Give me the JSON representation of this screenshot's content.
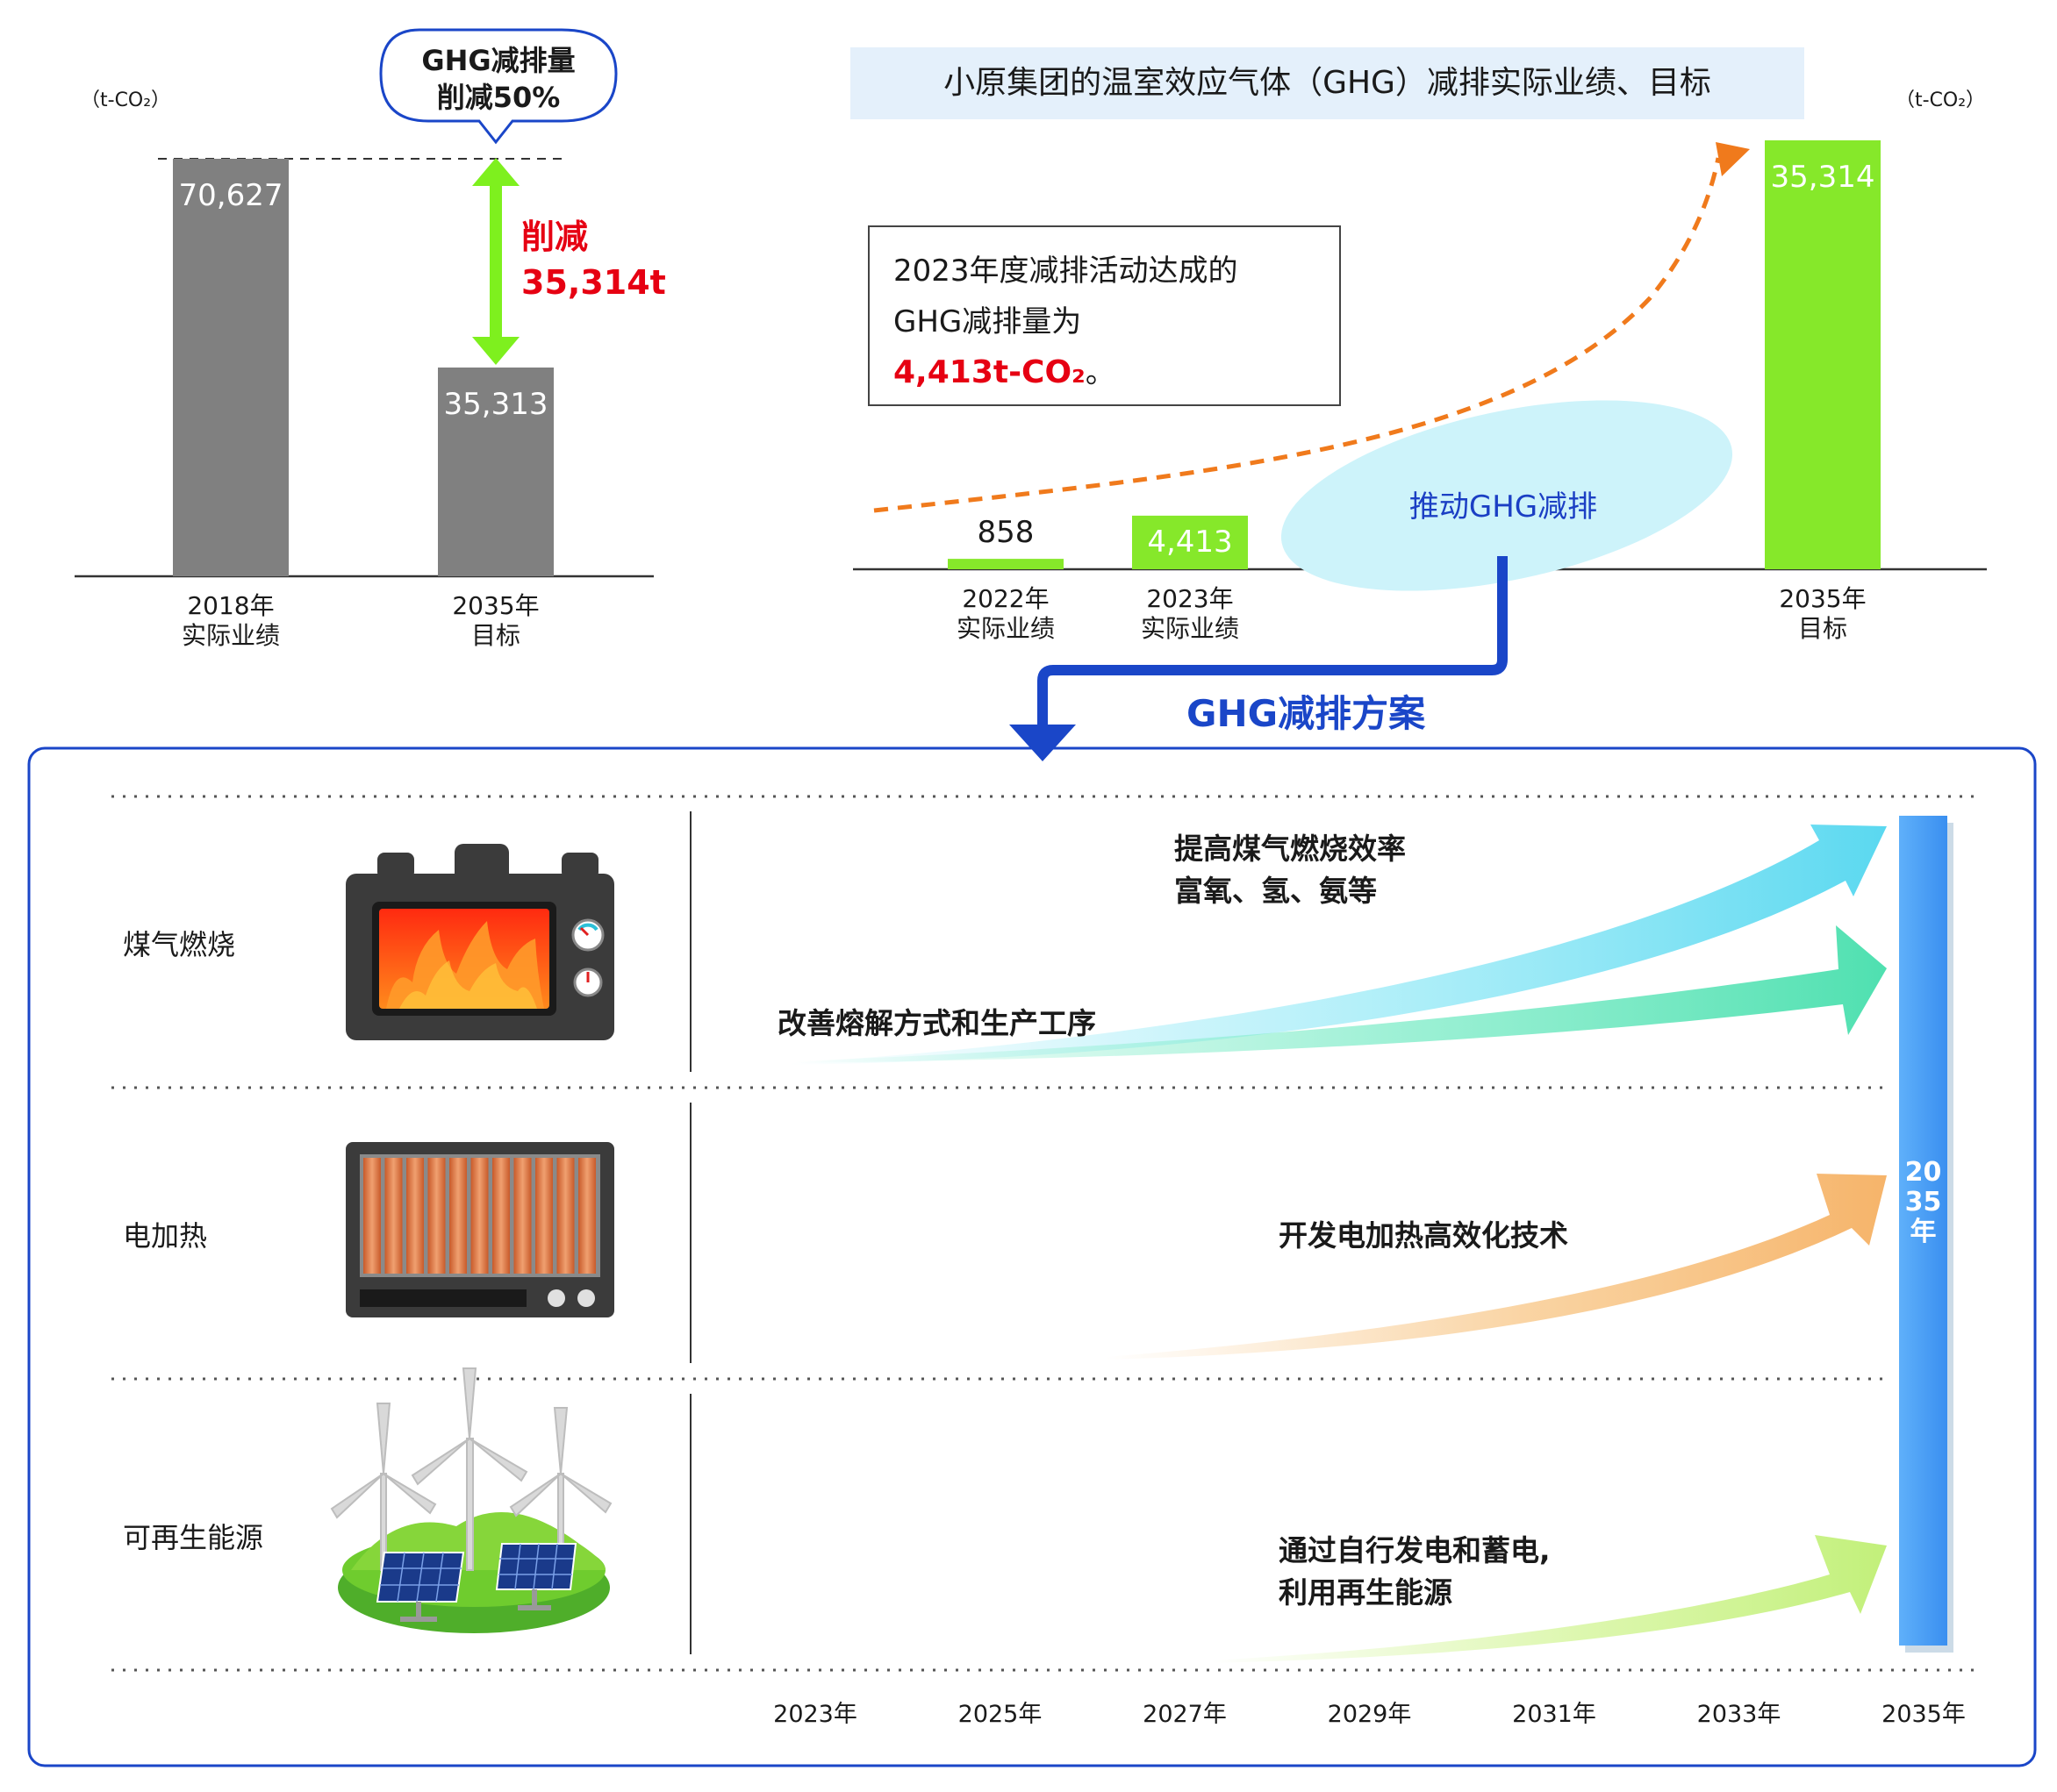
{
  "left_chart": {
    "unit": "（t-CO₂）",
    "bubble": {
      "line1": "GHG减排量",
      "line2": "削减50%"
    },
    "reduction": {
      "line1": "削减",
      "line2": "35,314t"
    },
    "colors": {
      "bar": "#808080",
      "arrow": "#7ef01e",
      "reduction_text": "#e60012"
    }
  },
  "right_chart": {
    "title": "小原集团的温室效应气体（GHG）减排实际业绩、目标",
    "unit": "（t-CO₂）",
    "note": {
      "line1": "2023年度减排活动达成的",
      "line2": "GHG减排量为",
      "value": "4,413t-CO₂",
      "suffix": "。"
    },
    "ellipse_label": "推动GHG减排",
    "colors": {
      "bar": "#86e82a",
      "trend": "#f07a1c",
      "ellipse": "#cdf3fa",
      "ellipse_text": "#1b3fc4"
    }
  },
  "chart_data": [
    {
      "type": "bar",
      "categories": [
        "2018年\n实际业绩",
        "2035年\n目标"
      ],
      "values": [
        70627,
        35313
      ],
      "value_labels": [
        "70,627",
        "35,313"
      ],
      "ylim": [
        0,
        70627
      ],
      "xlabel": "",
      "ylabel": ""
    },
    {
      "type": "bar",
      "categories": [
        "2022年\n实际业绩",
        "2023年\n实际业绩",
        "2035年\n目标"
      ],
      "values": [
        858,
        4413,
        35314
      ],
      "value_labels": [
        "858",
        "4,413",
        "35,314"
      ],
      "ylim": [
        0,
        35314
      ],
      "xlabel": "",
      "ylabel": ""
    }
  ],
  "plan": {
    "heading": "GHG减排方案",
    "target_bar": "2035年",
    "rows": [
      {
        "label": "煤气燃烧",
        "icon": "furnace-icon"
      },
      {
        "label": "电加热",
        "icon": "electric-heater-icon"
      },
      {
        "label": "可再生能源",
        "icon": "wind-solar-icon"
      }
    ],
    "measures": {
      "gas_a": {
        "line1": "提高煤气燃烧效率",
        "line2": "富氧、氢、氨等"
      },
      "gas_b": "改善熔解方式和生产工序",
      "electric": "开发电加热高效化技术",
      "renewable": {
        "line1": "通过自行发电和蓄电,",
        "line2": "利用再生能源"
      }
    },
    "years": [
      "2023年",
      "2025年",
      "2027年",
      "2029年",
      "2031年",
      "2033年",
      "2035年"
    ],
    "colors": {
      "frame": "#1a46c8",
      "target_bar": "#4aa0f5",
      "heading": "#1a46c8"
    }
  }
}
